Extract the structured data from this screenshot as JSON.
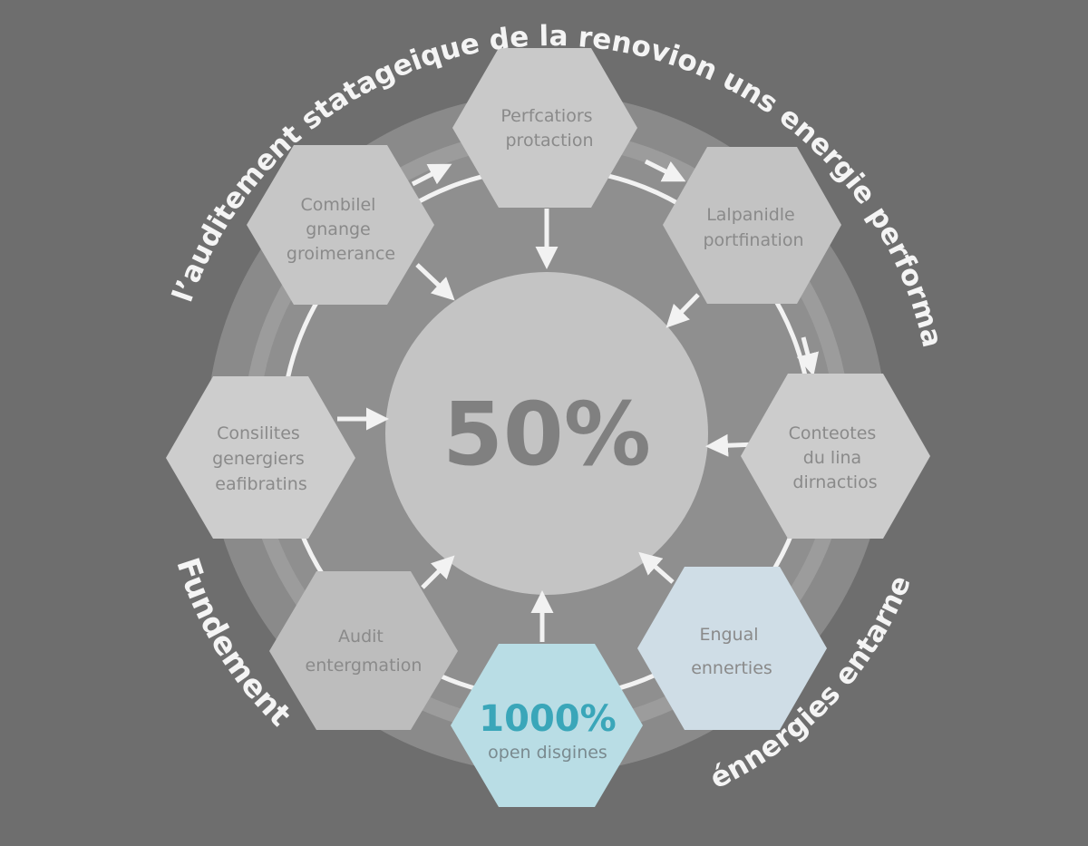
{
  "center": {
    "value": "50%"
  },
  "arc_titles": {
    "top": "l’auditement statageique de la renovion uns energie performante",
    "left": "Fundement",
    "right": "énnergies entarne"
  },
  "nodes": [
    {
      "id": "top",
      "lines": [
        "Perfcatiors",
        "protaction"
      ]
    },
    {
      "id": "upper-right",
      "lines": [
        "Lalpanidle",
        "portfination"
      ]
    },
    {
      "id": "right",
      "lines": [
        "Conteotes",
        "du lina",
        "dirnactios"
      ]
    },
    {
      "id": "lower-right",
      "lines": [
        "Engual",
        "ennerties"
      ]
    },
    {
      "id": "bottom",
      "value": "1000%",
      "lines": [
        "open disgines"
      ]
    },
    {
      "id": "lower-left",
      "lines": [
        "Audit",
        "entergmation"
      ]
    },
    {
      "id": "left",
      "lines": [
        "Consilites",
        "genergiers",
        "eafibratins"
      ]
    },
    {
      "id": "upper-left",
      "lines": [
        "Combilel",
        "gnange",
        "groimerance"
      ]
    }
  ],
  "colors": {
    "background": "#6e6e6e",
    "outer_ring": "#8a8a8a",
    "inner_ring": "#9c9c9c",
    "center_circle": "#c4c4c4",
    "hex_default": "#c9c9c9",
    "hex_highlight_teal": "#b9dde5",
    "hex_highlight_blue": "#cfdde6",
    "accent_teal": "#3aa6b9",
    "arrow": "#f2f2f2"
  }
}
